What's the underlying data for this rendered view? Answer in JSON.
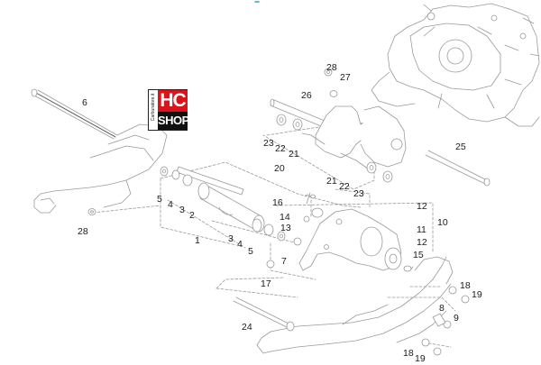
{
  "logo": {
    "top": "HC",
    "bottom": "SHOP",
    "side": "Carburatore.it"
  },
  "callouts": [
    "28",
    "27",
    "26",
    "6",
    "23",
    "22",
    "21",
    "20",
    "25",
    "5",
    "4",
    "3",
    "2",
    "28",
    "21",
    "22",
    "23",
    "16",
    "12",
    "10",
    "14",
    "13",
    "11",
    "12",
    "1",
    "3",
    "4",
    "5",
    "7",
    "15",
    "17",
    "18",
    "19",
    "8",
    "9",
    "24",
    "18",
    "19"
  ]
}
